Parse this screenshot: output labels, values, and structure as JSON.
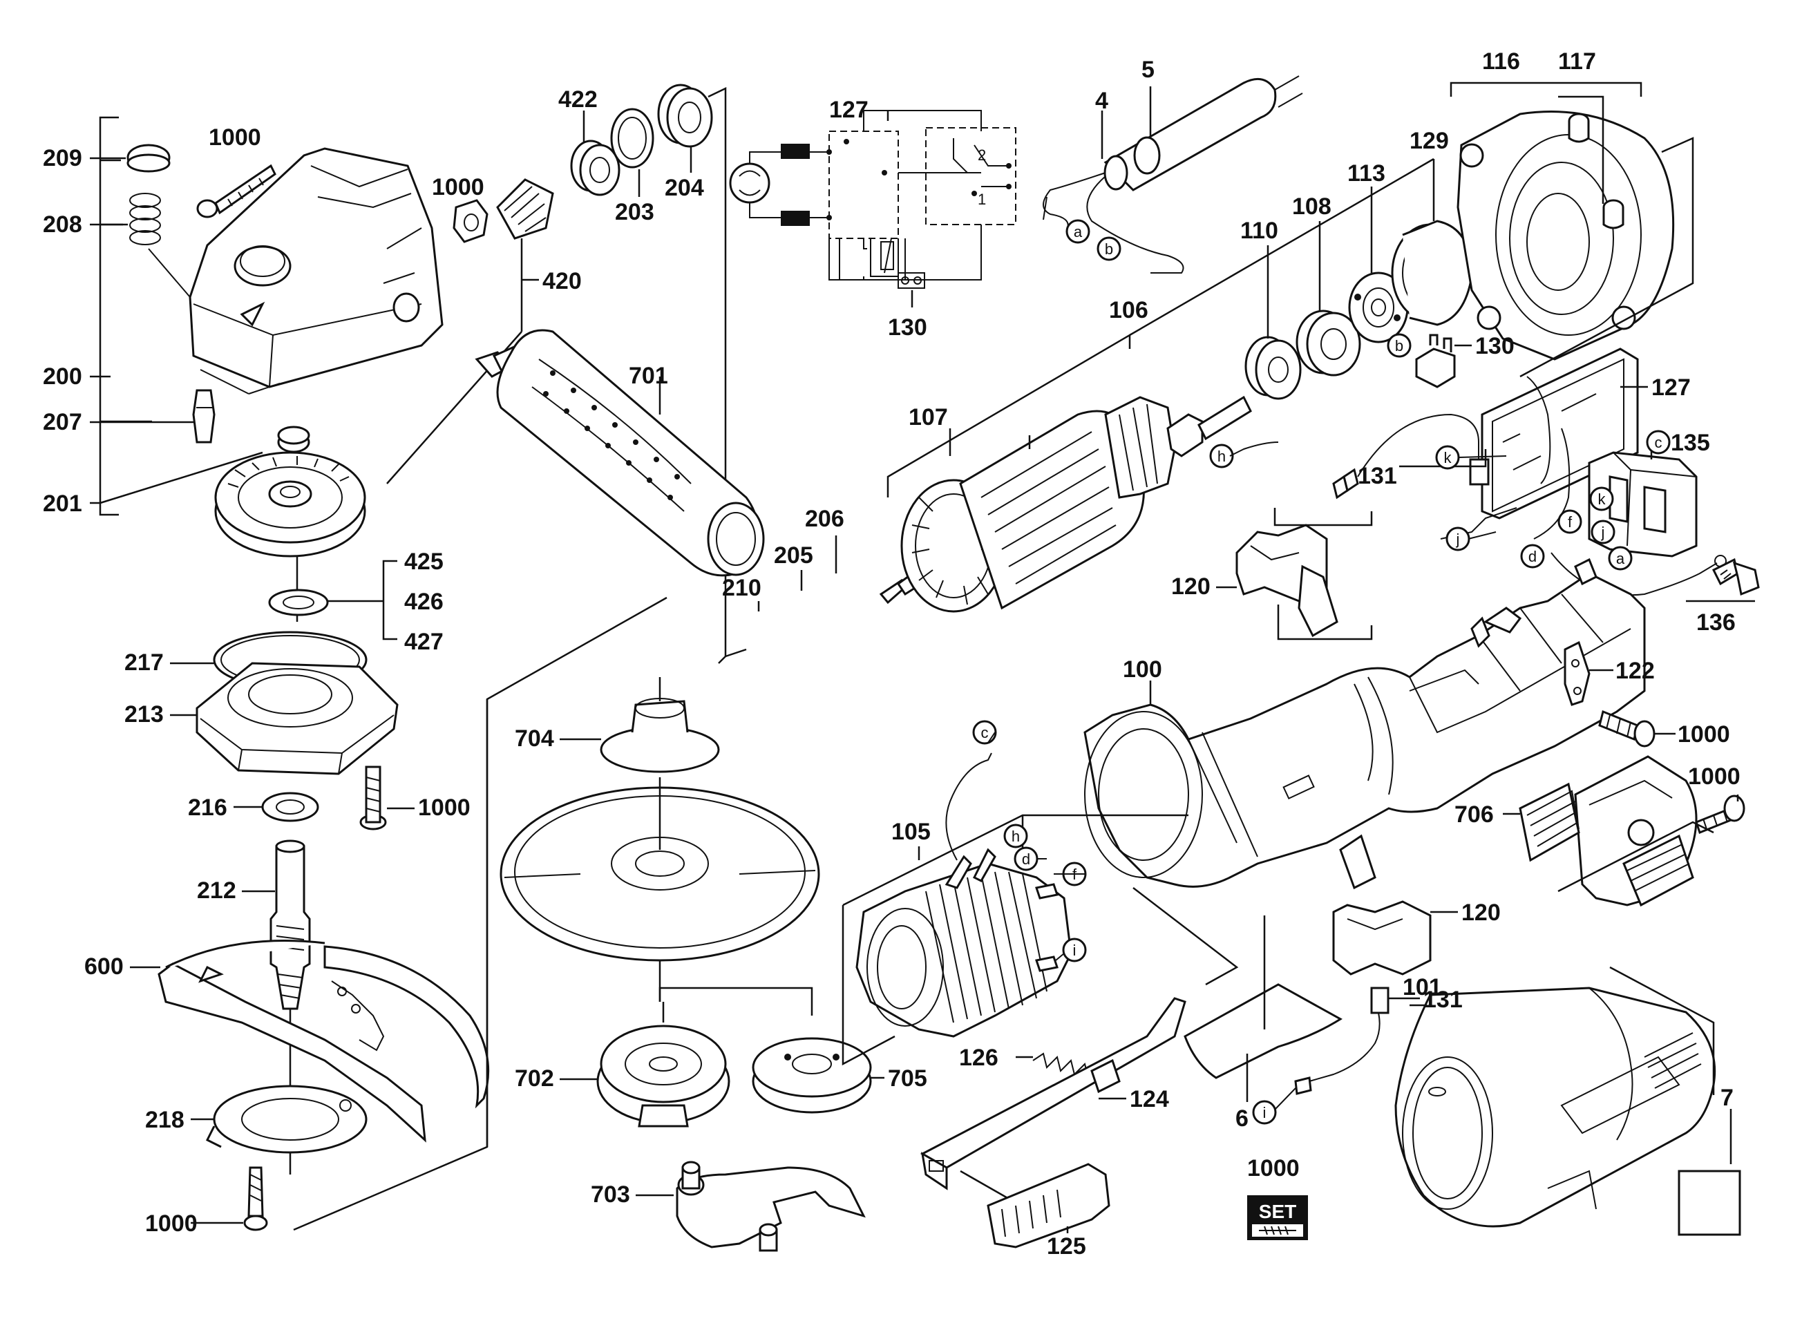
{
  "labels": {
    "p209": "209",
    "p1000a": "1000",
    "p208": "208",
    "p200": "200",
    "p207": "207",
    "p201": "201",
    "p1000b": "1000",
    "p420": "420",
    "p422": "422",
    "p203": "203",
    "p204": "204",
    "p127a": "127",
    "p130a": "130",
    "p4": "4",
    "p5": "5",
    "p116": "116",
    "p117": "117",
    "p129": "129",
    "p113": "113",
    "p108": "108",
    "p110": "110",
    "p106": "106",
    "p130b": "130",
    "p127b": "127",
    "p135": "135",
    "p107": "107",
    "p131a": "131",
    "p701": "701",
    "p425": "425",
    "p426": "426",
    "p427": "427",
    "p217": "217",
    "p213": "213",
    "p216": "216",
    "p1000c": "1000",
    "p212": "212",
    "p600": "600",
    "p218": "218",
    "p1000d": "1000",
    "p206": "206",
    "p205": "205",
    "p210": "210",
    "p120a": "120",
    "p136": "136",
    "p100": "100",
    "p122": "122",
    "p1000e": "1000",
    "p1000f": "1000",
    "p704": "704",
    "p706": "706",
    "p105": "105",
    "p120b": "120",
    "p101": "101",
    "p131b": "131",
    "p702": "702",
    "p705": "705",
    "p126": "126",
    "p124": "124",
    "p6": "6",
    "p7": "7",
    "p703": "703",
    "p125": "125",
    "p1000g": "1000",
    "set": "SET"
  },
  "callouts": {
    "a1": "a",
    "b1": "b",
    "b2": "b",
    "c1": "c",
    "h1": "h",
    "k1": "k",
    "f1": "f",
    "j1": "j",
    "d1": "d",
    "a2": "a",
    "k2": "k",
    "j2": "j",
    "c2": "c",
    "h2": "h",
    "d2": "d",
    "f2": "f",
    "i1": "i",
    "i2": "i"
  },
  "switch_labels": {
    "t1": "1",
    "t2": "2"
  }
}
